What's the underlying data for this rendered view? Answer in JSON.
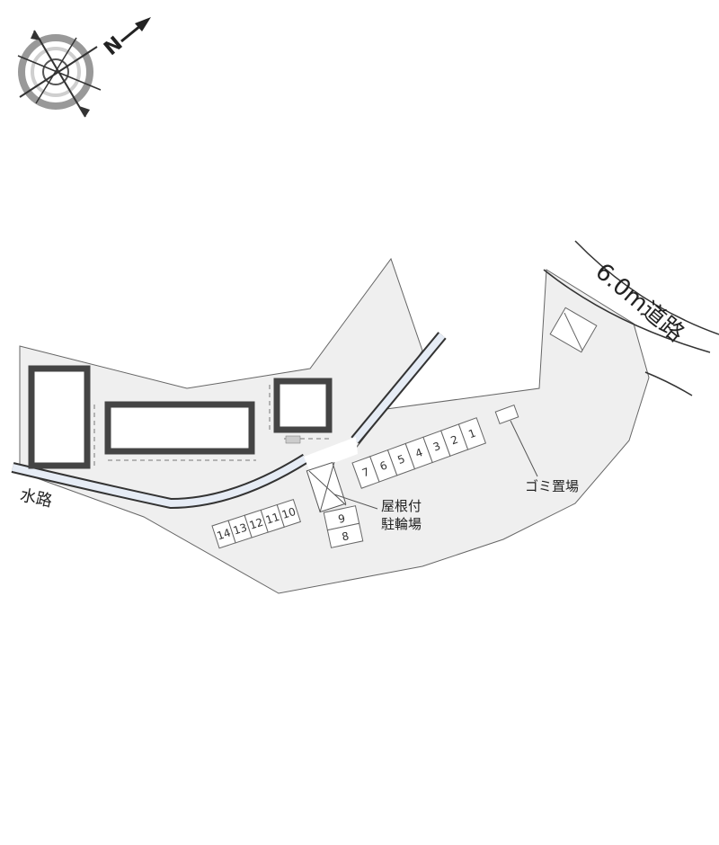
{
  "compass": {
    "north_letter": "N"
  },
  "labels": {
    "road": "6.0m道路",
    "waterway": "水路",
    "garbage": "ゴミ置場",
    "bike_line1": "屋根付",
    "bike_line2": "駐輪場"
  },
  "parking": {
    "row_a": [
      "7",
      "6",
      "5",
      "4",
      "3",
      "2",
      "1"
    ],
    "row_b": [
      "14",
      "13",
      "12",
      "11",
      "10"
    ],
    "row_c": [
      "9",
      "8"
    ]
  },
  "colors": {
    "ground": "#efefef",
    "outline": "#555555",
    "building_border": "#444444",
    "water_fill": "#e6ecf5",
    "water_edge": "#333333"
  }
}
